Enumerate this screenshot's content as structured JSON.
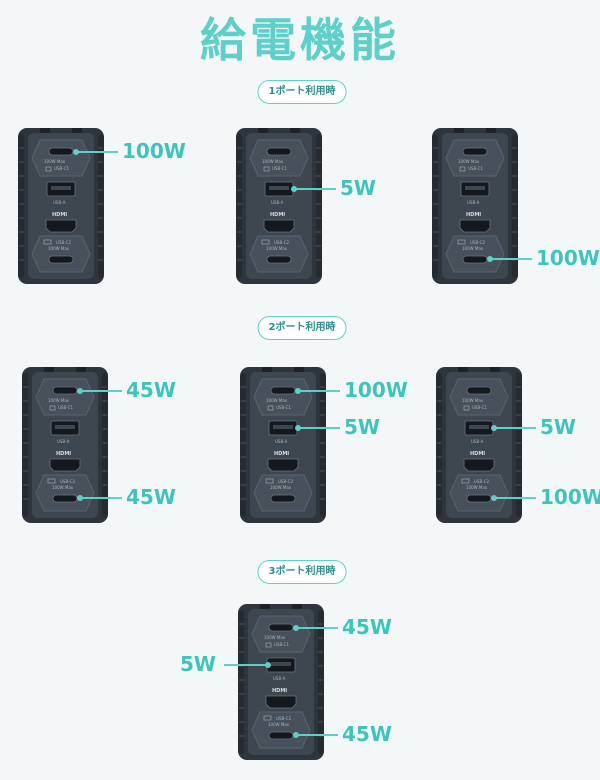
{
  "title": "給電機能",
  "sections": [
    {
      "label": "1ポート利用時",
      "configs": [
        {
          "watts": [
            {
              "port": "c1",
              "value": "100W"
            }
          ]
        },
        {
          "watts": [
            {
              "port": "a",
              "value": "5W"
            }
          ]
        },
        {
          "watts": [
            {
              "port": "c2",
              "value": "100W"
            }
          ]
        }
      ]
    },
    {
      "label": "2ポート利用時",
      "configs": [
        {
          "watts": [
            {
              "port": "c1",
              "value": "45W"
            },
            {
              "port": "c2",
              "value": "45W"
            }
          ]
        },
        {
          "watts": [
            {
              "port": "c1",
              "value": "100W"
            },
            {
              "port": "a",
              "value": "5W"
            }
          ]
        },
        {
          "watts": [
            {
              "port": "a",
              "value": "5W"
            },
            {
              "port": "c2",
              "value": "100W"
            }
          ]
        }
      ]
    },
    {
      "label": "3ポート利用時",
      "configs": [
        {
          "watts": [
            {
              "port": "c1",
              "value": "45W"
            },
            {
              "port": "a",
              "value": "5W"
            },
            {
              "port": "c2",
              "value": "45W"
            }
          ]
        }
      ]
    }
  ],
  "device_labels": {
    "c1_max": "100W Max",
    "c1_name": "USB-C1",
    "a_name": "USB-A",
    "hdmi": "HDMI",
    "c2_name": "USB-C2",
    "c2_max": "100W Max"
  },
  "colors": {
    "accent": "#5fcfc9",
    "watt": "#3ec4bd",
    "device": "#3e4650"
  }
}
